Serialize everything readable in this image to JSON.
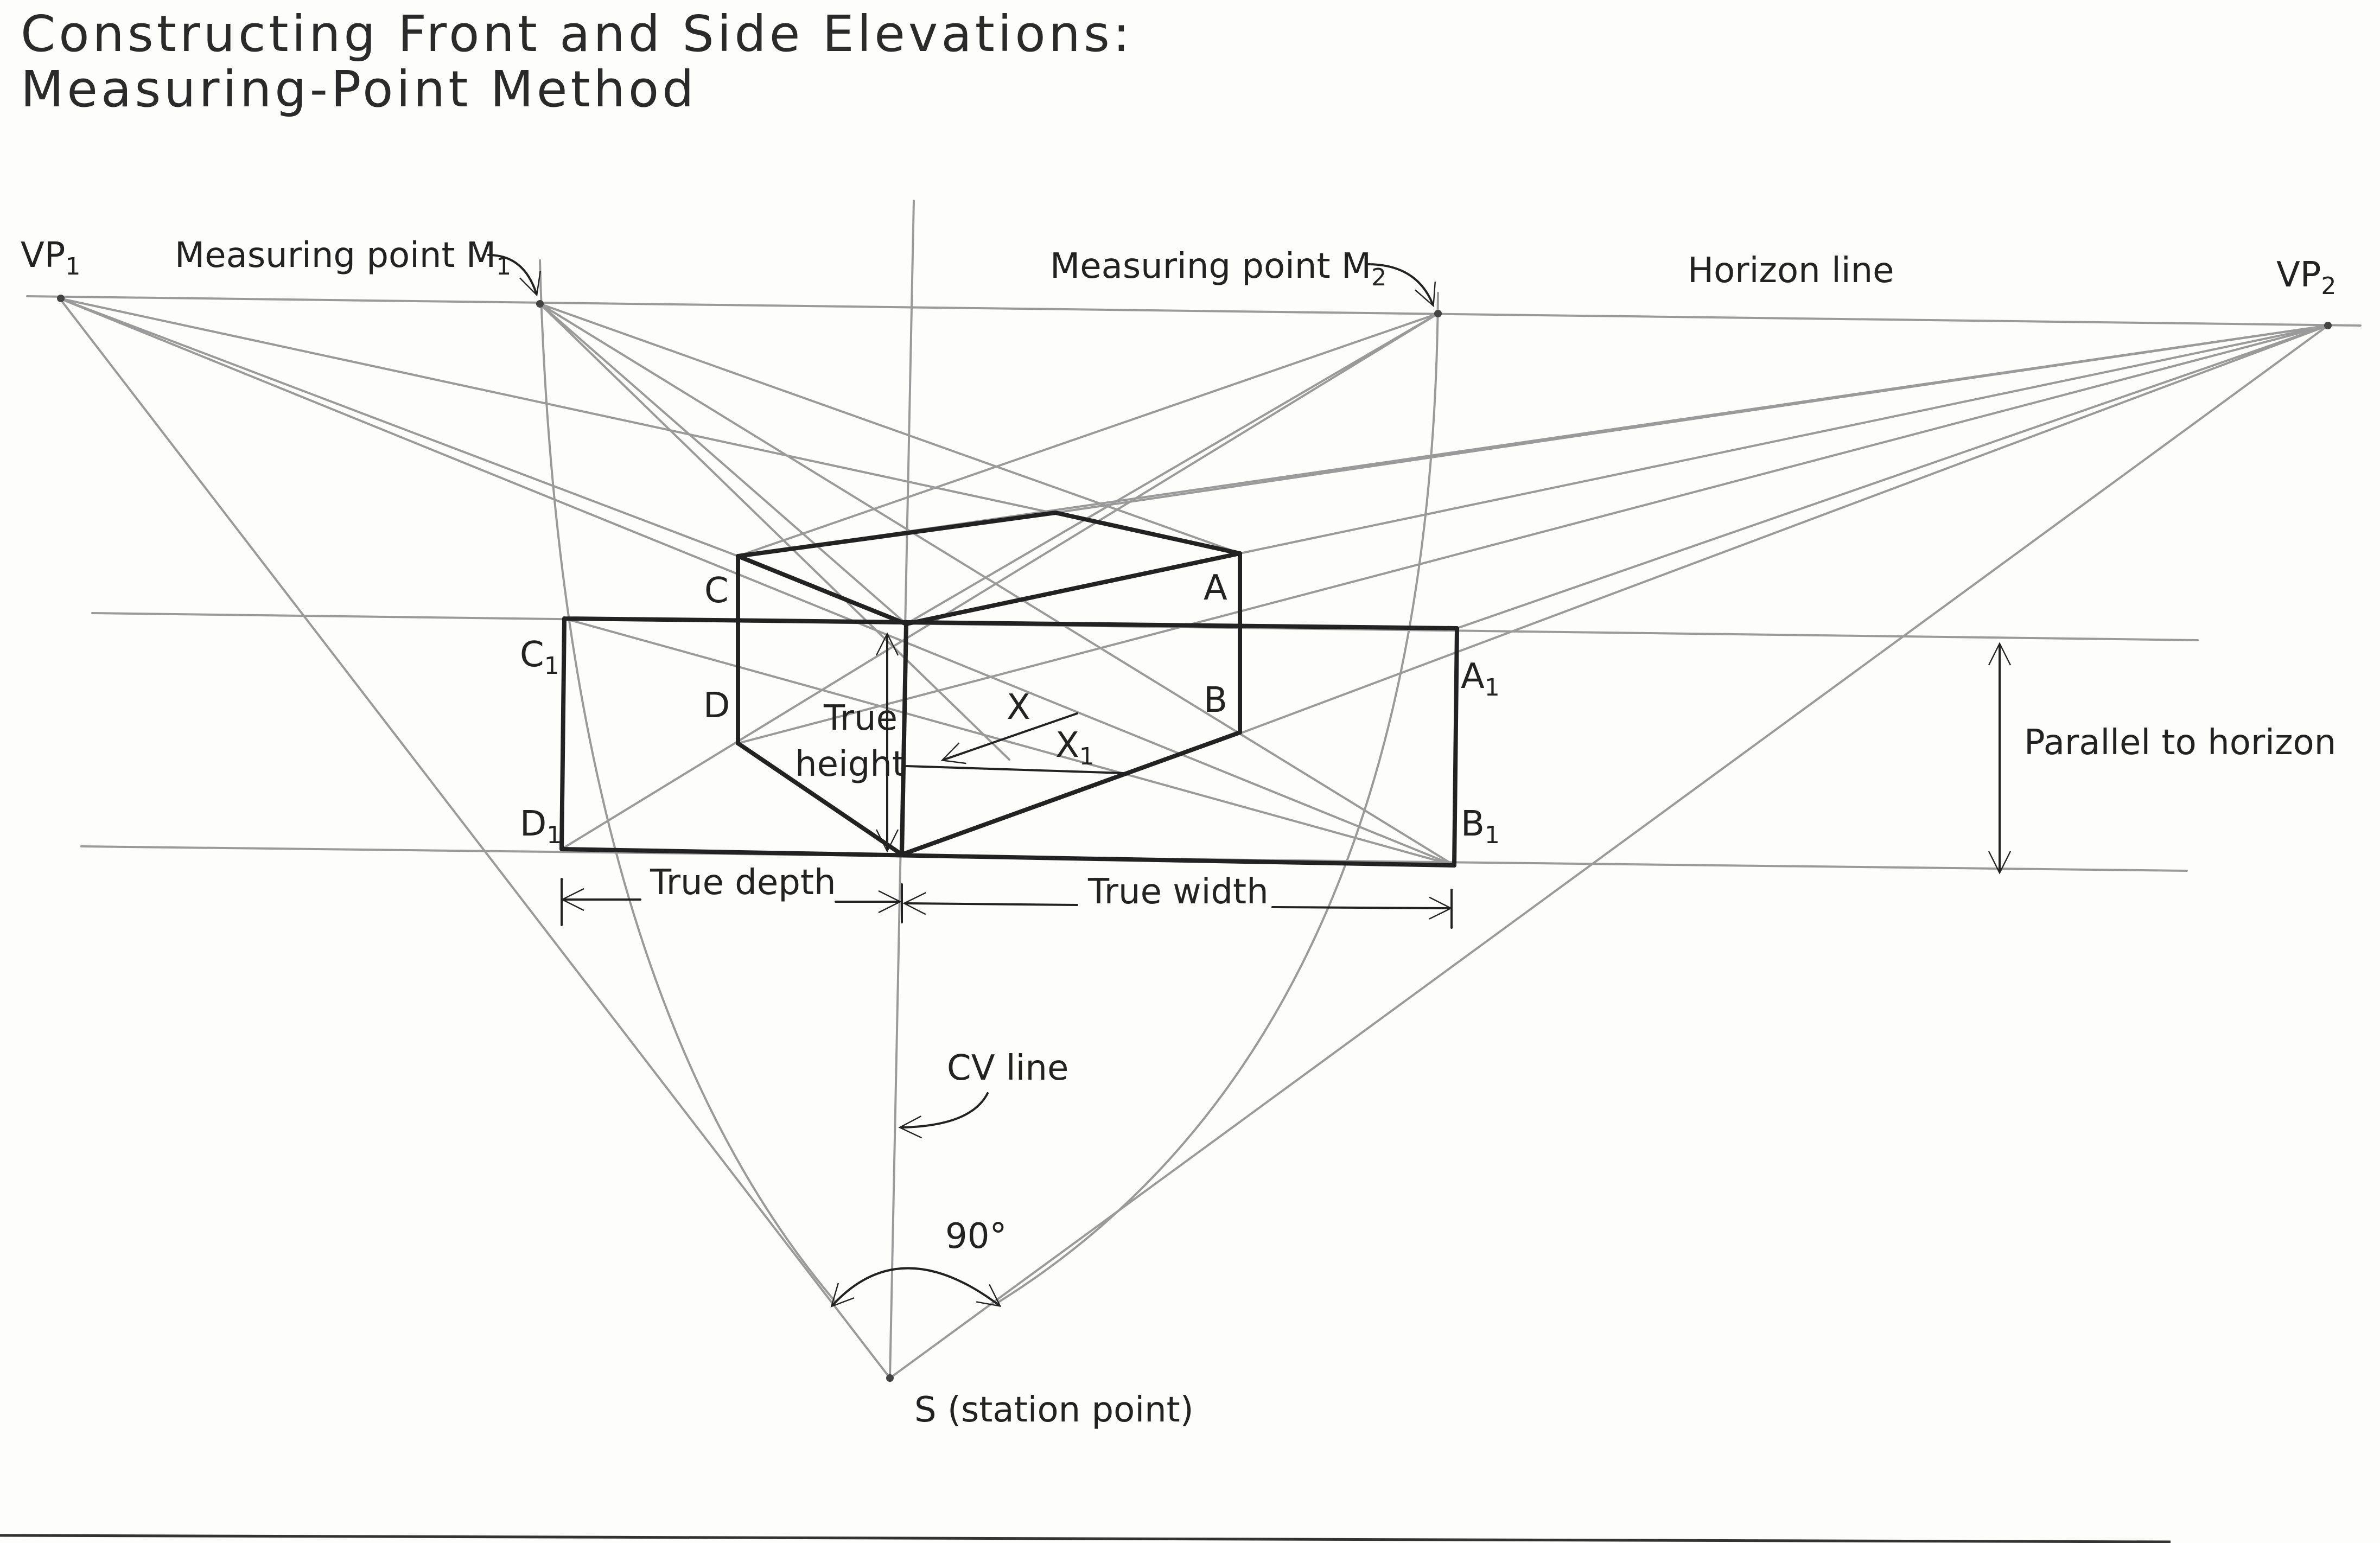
{
  "title": {
    "line1": "Constructing Front and Side Elevations:",
    "line2": "Measuring-Point Method"
  },
  "labels": {
    "vp1": "VP",
    "vp1_sub": "1",
    "vp2": "VP",
    "vp2_sub": "2",
    "m1": "Measuring point M",
    "m1_sub": "1",
    "m2": "Measuring point M",
    "m2_sub": "2",
    "horizon": "Horizon line",
    "parallel": "Parallel to horizon",
    "true_height_1": "True",
    "true_height_2": "height",
    "true_depth": "True depth",
    "true_width": "True width",
    "cv_line": "CV line",
    "angle": "90°",
    "station_point": "S (station point)",
    "a": "A",
    "b": "B",
    "c": "C",
    "d": "D",
    "a1": "A",
    "a1_sub": "1",
    "b1": "B",
    "b1_sub": "1",
    "c1": "C",
    "c1_sub": "1",
    "d1": "D",
    "d1_sub": "1",
    "x": "X",
    "x1": "X",
    "x1_sub": "1"
  },
  "colors": {
    "ink": "#222222",
    "construction": "#9a9a9a",
    "paper": "#fdfdfc"
  }
}
